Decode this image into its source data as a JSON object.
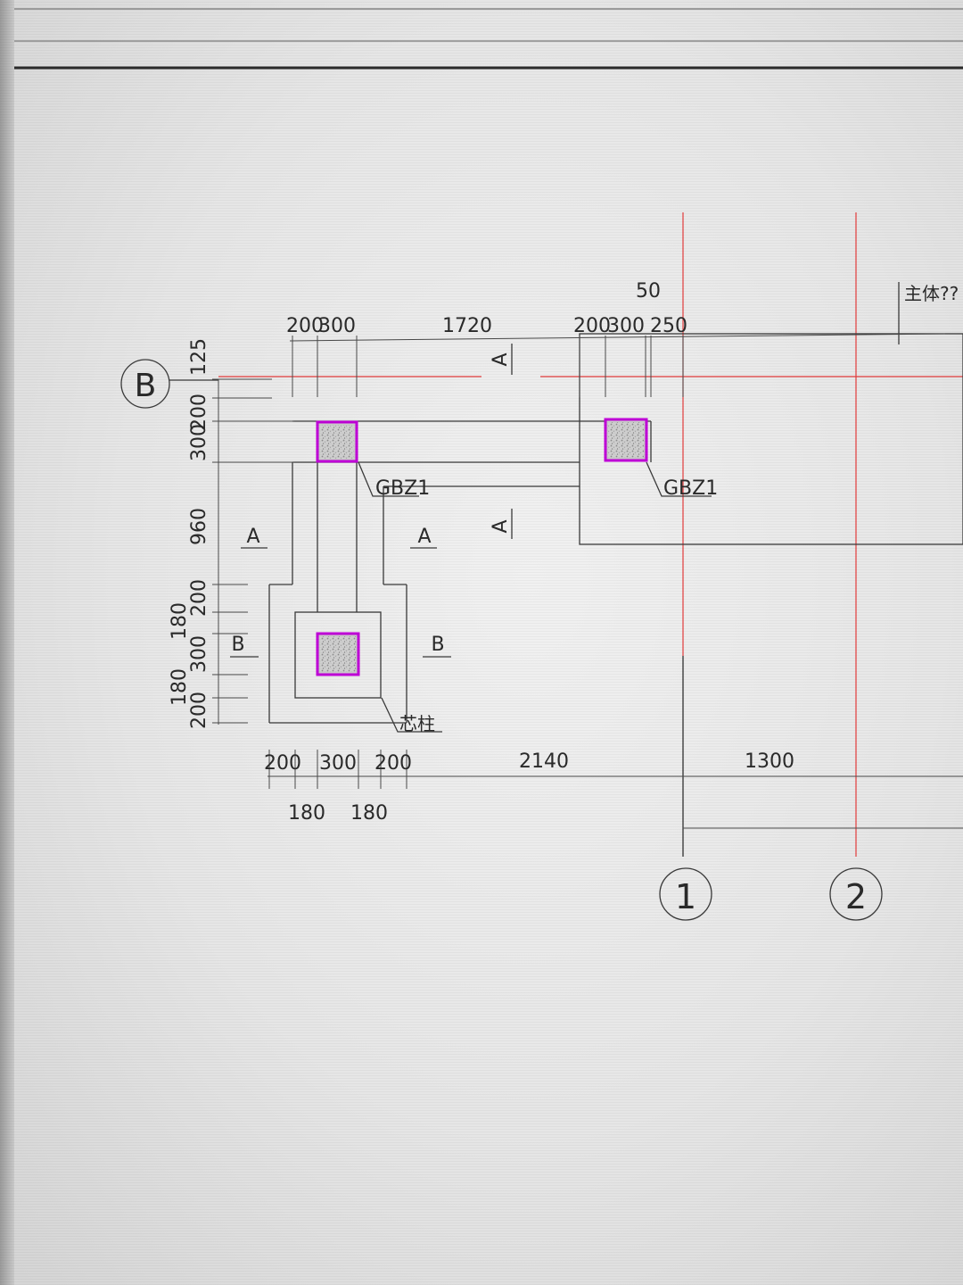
{
  "drawing": {
    "grid_labels": {
      "row_b": "B",
      "axis_1": "1",
      "axis_2": "2"
    },
    "top_dims": {
      "d200_a": "200",
      "d300_a": "300",
      "d1720": "1720",
      "d200_b": "200",
      "d300_b": "300",
      "d250": "250",
      "d50": "50"
    },
    "left_dims": {
      "d125": "125",
      "d200_a": "200",
      "d300_a": "300",
      "d960": "960",
      "d200_b": "200",
      "d180_a": "180",
      "d300_b": "300",
      "d180_b": "180",
      "d200_c": "200"
    },
    "bottom_dims": {
      "d200_a": "200",
      "d300": "300",
      "d200_b": "200",
      "d180_a": "180",
      "d180_b": "180",
      "d2140": "2140",
      "d1300": "1300"
    },
    "section_marks": {
      "a1": "A",
      "a2": "A",
      "a3": "A",
      "a4": "A",
      "b1": "B",
      "b2": "B"
    },
    "tags": {
      "gbz1_a": "GBZ1",
      "gbz1_b": "GBZ1",
      "core_column": "芯柱",
      "main_body": "主体??"
    },
    "colors": {
      "grid_line": "#e43c3c",
      "column_outline": "#c000d8"
    }
  }
}
